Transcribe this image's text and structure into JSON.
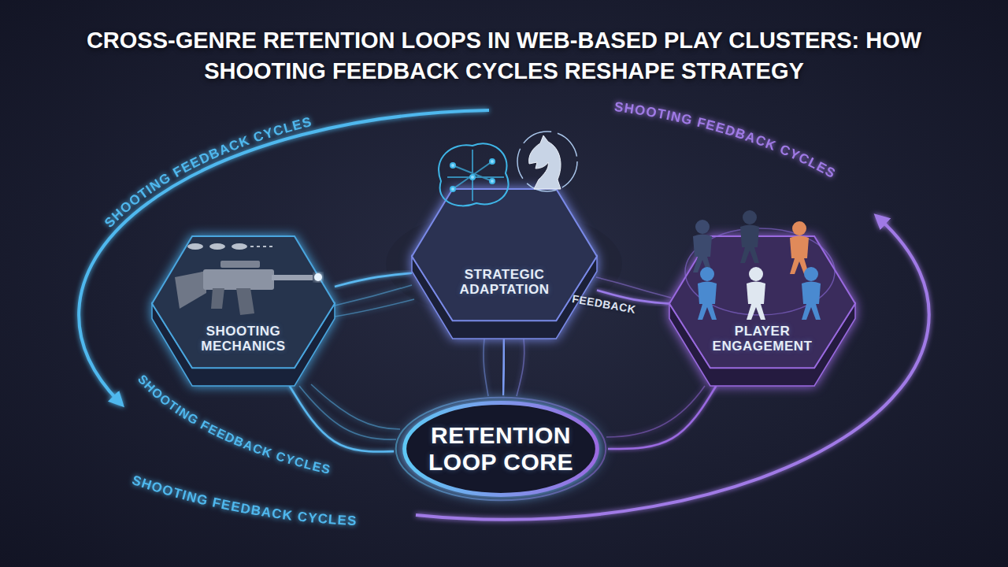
{
  "diagram": {
    "title": "CROSS-GENRE RETENTION LOOPS IN WEB-BASED PLAY CLUSTERS: HOW SHOOTING FEEDBACK CYCLES RESHAPE STRATEGY",
    "nodes": [
      {
        "text": [
          "SHOOTING MECHANICS"
        ]
      },
      {
        "text": [
          "STRATEGIC ADAPTATION"
        ]
      },
      {
        "text": [
          "PLAYER ENGAGEMENT"
        ]
      },
      {
        "text": [
          "RETENTION LOOP CORE"
        ]
      }
    ],
    "edges": [
      {
        "from": 0,
        "to": 1,
        "arrow": "none"
      },
      {
        "from": 1,
        "to": 2,
        "label": "FEEDBACK",
        "arrow": "none"
      },
      {
        "from": 0,
        "to": 3,
        "arrow": "none"
      },
      {
        "from": 1,
        "to": 3,
        "arrow": "none"
      },
      {
        "from": 2,
        "to": 3,
        "arrow": "none"
      }
    ],
    "labels": [
      "SHOOTING FEEDBACK CYCLES",
      "SHOOTING FEEDBACK CYCLES",
      "SHOOTING FEEDBACK CYCLES",
      "SHOOTING FEEDBACK CYCLES"
    ]
  }
}
